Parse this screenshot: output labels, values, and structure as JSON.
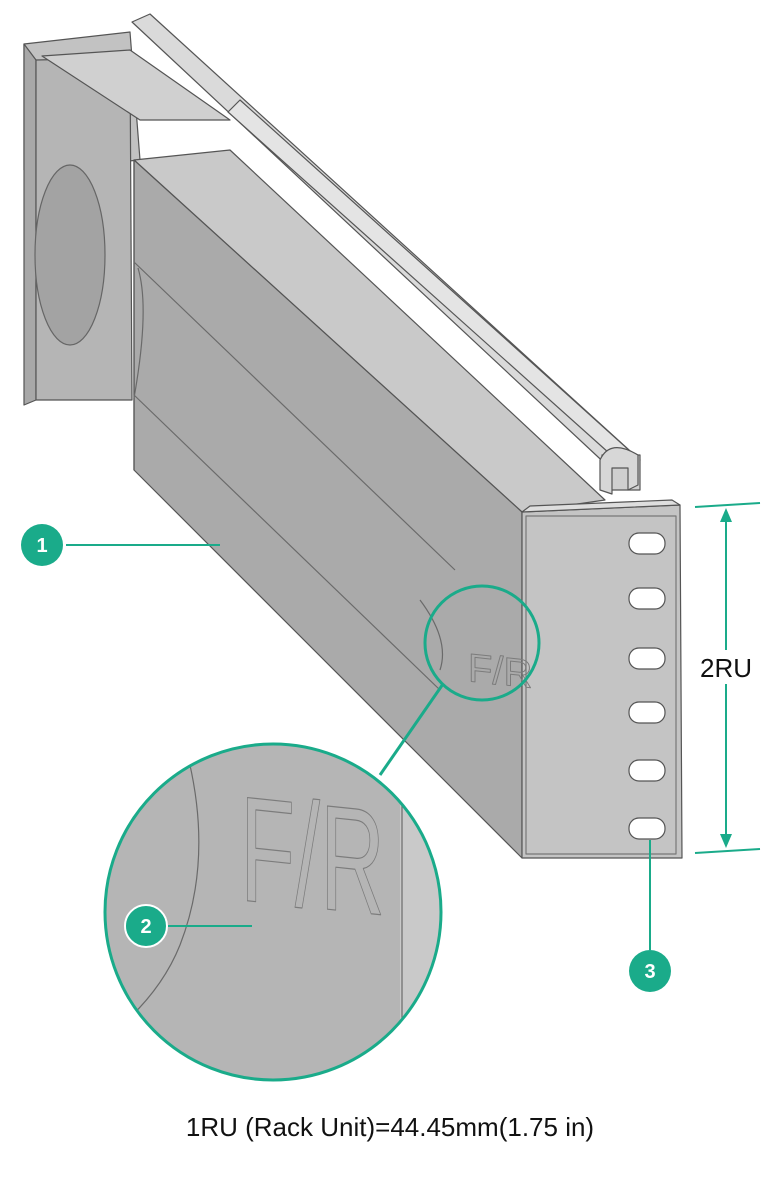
{
  "diagram": {
    "colors": {
      "accent": "#1aab8a",
      "accent_dark": "#0f8a6d",
      "rail_light": "#cfcfcf",
      "rail_mid": "#b3b3b3",
      "rail_dark": "#9e9e9e",
      "outline": "#555555"
    },
    "callouts": [
      {
        "number": "1"
      },
      {
        "number": "2"
      },
      {
        "number": "3"
      }
    ],
    "marking": "F/R",
    "dimension_label": "2RU",
    "caption": "1RU (Rack Unit)=44.45mm(1.75 in)"
  }
}
